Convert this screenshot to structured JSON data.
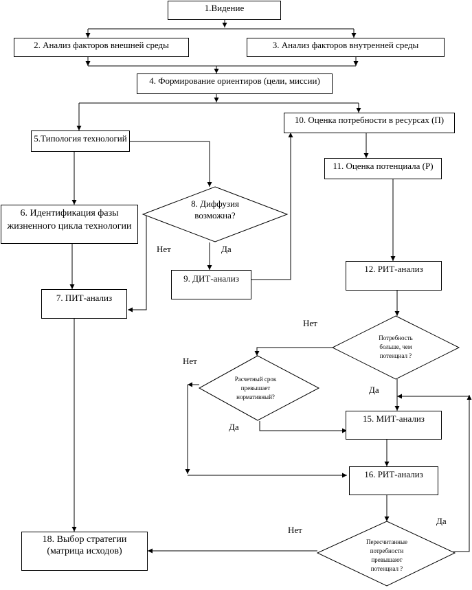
{
  "nodes": {
    "n1": "1.Видение",
    "n2": "2. Анализ факторов внешней среды",
    "n3": "3. Анализ факторов внутренней среды",
    "n4": "4. Формирование ориентиров (цели, миссии)",
    "n5": "5.Типология технологий",
    "n6_line1": "6. Идентификация фазы",
    "n6_line2": "жизненного цикла технологии",
    "n7": "7. ПИТ-анализ",
    "n8_line1": "8. Диффузия",
    "n8_line2": "возможна?",
    "n9": "9. ДИТ-анализ",
    "n10": "10. Оценка потребности в ресурсах (П)",
    "n11": "11. Оценка потенциала (Р)",
    "n12": "12. РИТ-анализ",
    "d13_line1": "Потребность",
    "d13_line2": "больше,     чем",
    "d13_line3": "потенциал ?",
    "d14_line1": "Расчетный срок",
    "d14_line2": "превышает",
    "d14_line3": "нормативный?",
    "n15": "15. МИТ-анализ",
    "n16": "16. РИТ-анализ",
    "d17_line1": "Пересчитанные",
    "d17_line2": "потребности",
    "d17_line3": "превышают",
    "d17_line4": "потенциал ?",
    "n18_line1": "18. Выбор стратегии",
    "n18_line2": "(матрица исходов)"
  },
  "labels": {
    "no": "Нет",
    "yes": "Да"
  }
}
